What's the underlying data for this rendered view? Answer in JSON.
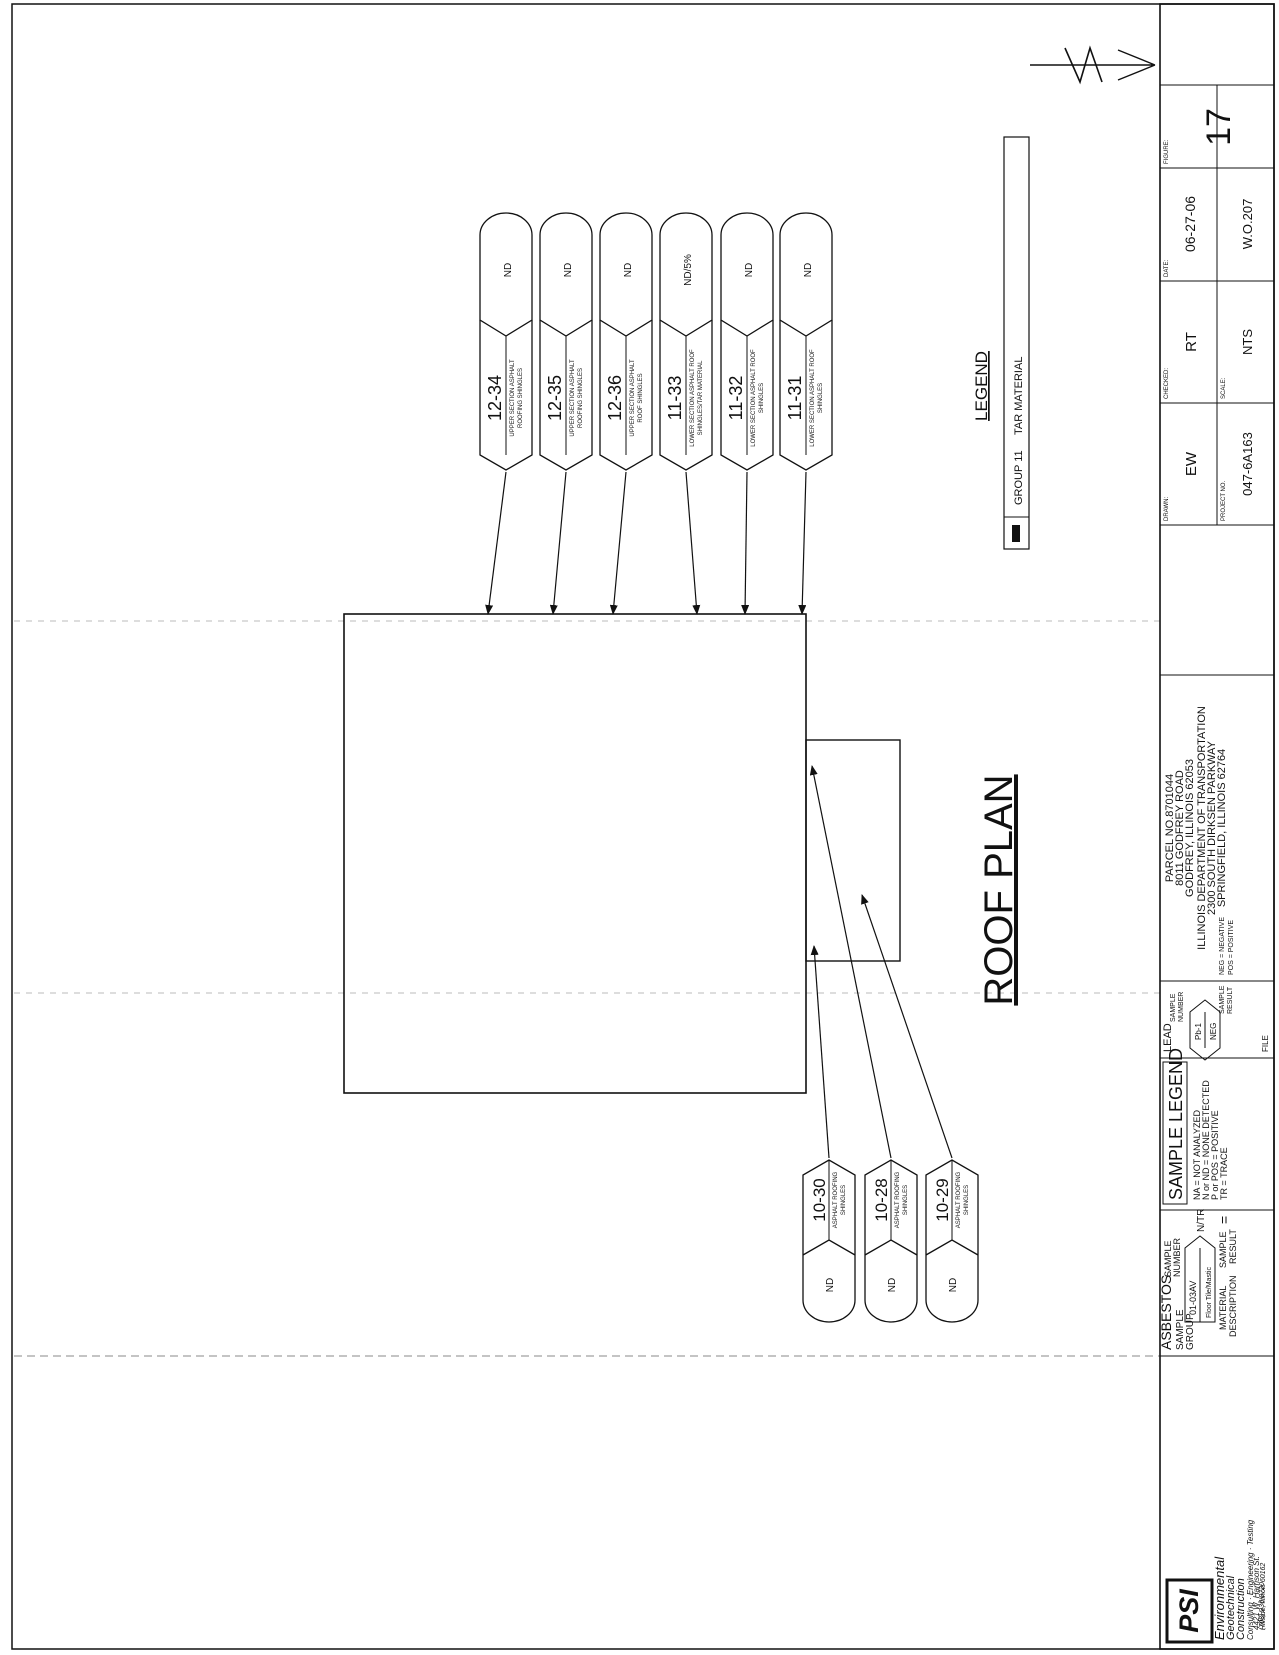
{
  "drawing_title": "ROOF PLAN",
  "legend": {
    "heading": "LEGEND",
    "group_label": "GROUP 11",
    "group_material": "TAR MATERIAL"
  },
  "upper_samples": [
    {
      "number": "12-34",
      "desc1": "UPPER SECTION ASPHALT",
      "desc2": "ROOFING SHINGLES",
      "result": "ND"
    },
    {
      "number": "12-35",
      "desc1": "UPPER SECTION ASPHALT",
      "desc2": "ROOFING SHINGLES",
      "result": "ND"
    },
    {
      "number": "12-36",
      "desc1": "UPPER SECTION ASPHALT",
      "desc2": "ROOF SHINGLES",
      "result": "ND"
    },
    {
      "number": "11-33",
      "desc1": "LOWER SECTION ASPHALT ROOF",
      "desc2": "SHINGLES/TAR MATERIAL",
      "result": "ND/5%"
    },
    {
      "number": "11-32",
      "desc1": "LOWER SECTION ASPHALT ROOF",
      "desc2": "SHINGLES",
      "result": "ND"
    },
    {
      "number": "11-31",
      "desc1": "LOWER SECTION ASPHALT ROOF",
      "desc2": "SHINGLES",
      "result": "ND"
    }
  ],
  "lower_samples": [
    {
      "number": "10-30",
      "desc1": "ASPHALT ROOFING",
      "desc2": "SHINGLES",
      "result": "ND"
    },
    {
      "number": "10-28",
      "desc1": "ASPHALT ROOFING",
      "desc2": "SHINGLES",
      "result": "ND"
    },
    {
      "number": "10-29",
      "desc1": "ASPHALT ROOFING",
      "desc2": "SHINGLES",
      "result": "ND"
    }
  ],
  "title_block": {
    "company": {
      "logo": "PSI",
      "lines": [
        "Environmental",
        "Geotechnical",
        "Construction",
        "Consulting · Engineering · Testing",
        "4421 W. Harrison St.",
        "Hillside, Illinois 60162",
        "(708) 236-0720"
      ]
    },
    "asbestos": {
      "title": "ASBESTOS",
      "sample_group": [
        "SAMPLE",
        "GROUP"
      ],
      "sample_number": [
        "SAMPLE",
        "NUMBER"
      ],
      "example_number": "01-03AV",
      "example_material": "Floor Tile/Mastic",
      "example_result": "N/TR",
      "material_description": [
        "MATERIAL",
        "DESCRIPTION"
      ],
      "sample_result": [
        "SAMPLE",
        "RESULT"
      ],
      "equals": "="
    },
    "sample_legend": {
      "title": "SAMPLE LEGEND",
      "lines": [
        "NA = NOT ANALYZED",
        "N or ND = NONE DETECTED",
        "P or POS = POSITIVE",
        "TR = TRACE"
      ]
    },
    "lead": {
      "title": "LEAD",
      "sample_number": [
        "SAMPLE",
        "NUMBER"
      ],
      "example_number": "Pb-1",
      "example_result": "NEG",
      "sample_result": [
        "SAMPLE",
        "RESULT"
      ],
      "neg_def": "NEG = NEGATIVE",
      "pos_def": "POS = POSITIVE",
      "file_label": "FILE"
    },
    "project": {
      "lines": [
        "PARCEL NO.8701044",
        "8011 GODFREY ROAD",
        "GODFREY, ILLINOIS 62053",
        "ILLINOIS DEPARTMENT OF TRANSPORTATION",
        "2300 SOUTH DIRKSEN PARKWAY",
        "SPRINGFIELD, ILLINOIS 62764"
      ]
    },
    "cells": {
      "drawn_label": "DRAWN:",
      "drawn": "EW",
      "checked_label": "CHECKED:",
      "checked": "RT",
      "date_label": "DATE:",
      "date": "06-27-06",
      "project_label": "PROJECT NO.",
      "project_no": "047-6A163",
      "scale_label": "SCALE:",
      "scale": "NTS",
      "wo": "W.O.207",
      "figure_label": "FIGURE:",
      "figure": "17"
    }
  }
}
